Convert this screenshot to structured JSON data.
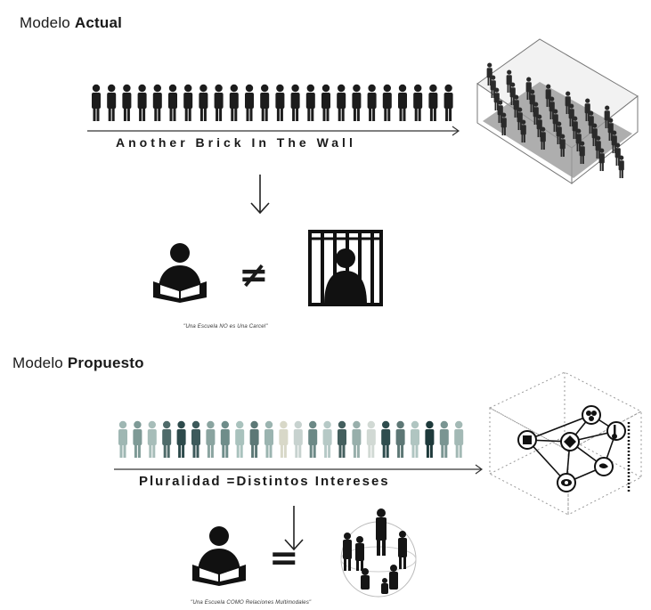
{
  "actual": {
    "title_prefix": "Modelo ",
    "title_bold": "Actual",
    "caption": "Another Brick In The Wall",
    "quote": "\"Una Escuela NO es Una Carcel\"",
    "relation_symbol": "≠",
    "people_color": "#1c1c1c"
  },
  "propuesto": {
    "title_prefix": "Modelo ",
    "title_bold": "Propuesto",
    "caption": "Pluralidad =Distintos Intereses",
    "quote": "\"Una Escuela COMO Relaciones Multimodales\"",
    "relation_symbol": "=",
    "people_colors": [
      "#9fb7b3",
      "#7e9a96",
      "#a7bdb9",
      "#4f6b6a",
      "#2d4a4b",
      "#3d5a5b",
      "#8aa4a0",
      "#6f8d8a",
      "#a9c2bd",
      "#5c7876",
      "#9bb4b0",
      "#d8d8c8",
      "#c7d2cf",
      "#6c8986",
      "#b6c9c6",
      "#445f5e",
      "#98afab",
      "#d1d9d4",
      "#2f4d4e",
      "#5d7775",
      "#b0c5c1",
      "#1e3a3b",
      "#7a9592",
      "#a3b9b5"
    ]
  },
  "icons": [
    "reader-icon",
    "prisoner-icon",
    "arrow-down-icon",
    "network-cube-icon",
    "crowd-box-icon",
    "people-group-icon"
  ]
}
